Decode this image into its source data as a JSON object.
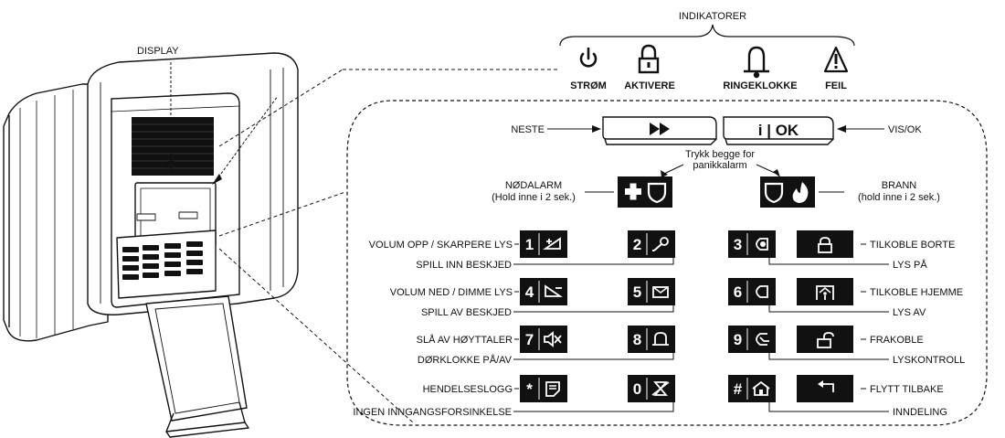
{
  "header": {
    "title": "INDIKATORER"
  },
  "device": {
    "display_label": "DISPLAY"
  },
  "indicators": [
    {
      "icon": "power-icon",
      "label": "STRØM"
    },
    {
      "icon": "lock-icon",
      "label": "AKTIVERE"
    },
    {
      "icon": "bell-icon",
      "label": "RINGEKLOKKE"
    },
    {
      "icon": "warning-icon",
      "label": "FEIL"
    }
  ],
  "nav": {
    "next_label": "NESTE",
    "ok_key_text": "i | OK",
    "ok_label": "VIS/OK",
    "panic_note_line1": "Trykk begge for",
    "panic_note_line2": "panikkalarm"
  },
  "emergency": {
    "left_line1": "NØDALARM",
    "left_line2": "(Hold inne i 2 sek.)",
    "right_line1": "BRANN",
    "right_line2": "(hold inne i 2 sek.)"
  },
  "keys": [
    {
      "key": "1",
      "icon": "volume-up-icon",
      "label": "VOLUM OPP / SKARPERE LYS"
    },
    {
      "key": "2",
      "icon": "microphone-icon",
      "label": "SPILL INN BESKJED"
    },
    {
      "key": "3",
      "icon": "light-on-icon",
      "label": "LYS PÅ"
    },
    {
      "key": "4",
      "icon": "volume-down-icon",
      "label": "VOLUM NED / DIMME LYS"
    },
    {
      "key": "5",
      "icon": "message-icon",
      "label": "SPILL AV BESKJED"
    },
    {
      "key": "6",
      "icon": "light-off-icon",
      "label": "LYS AV"
    },
    {
      "key": "7",
      "icon": "speaker-mute-icon",
      "label": "SLÅ AV HØYTTALER"
    },
    {
      "key": "8",
      "icon": "doorbell-icon",
      "label": "DØRKLOKKE PÅ/AV"
    },
    {
      "key": "9",
      "icon": "light-control-icon",
      "label": "LYSKONTROLL"
    },
    {
      "key": "*",
      "icon": "event-log-icon",
      "label": "HENDELSESLOGG"
    },
    {
      "key": "0",
      "icon": "no-entry-delay-icon",
      "label": "INGEN INNGANGSFORSINKELSE"
    },
    {
      "key": "#",
      "icon": "partition-icon",
      "label": "INNDELING"
    }
  ],
  "function_keys": [
    {
      "icon": "arm-away-icon",
      "label": "TILKOBLE BORTE"
    },
    {
      "icon": "arm-home-icon",
      "label": "TILKOBLE HJEMME"
    },
    {
      "icon": "disarm-icon",
      "label": "FRAKOBLE"
    },
    {
      "icon": "back-icon",
      "label": "FLYTT TILBAKE"
    }
  ]
}
